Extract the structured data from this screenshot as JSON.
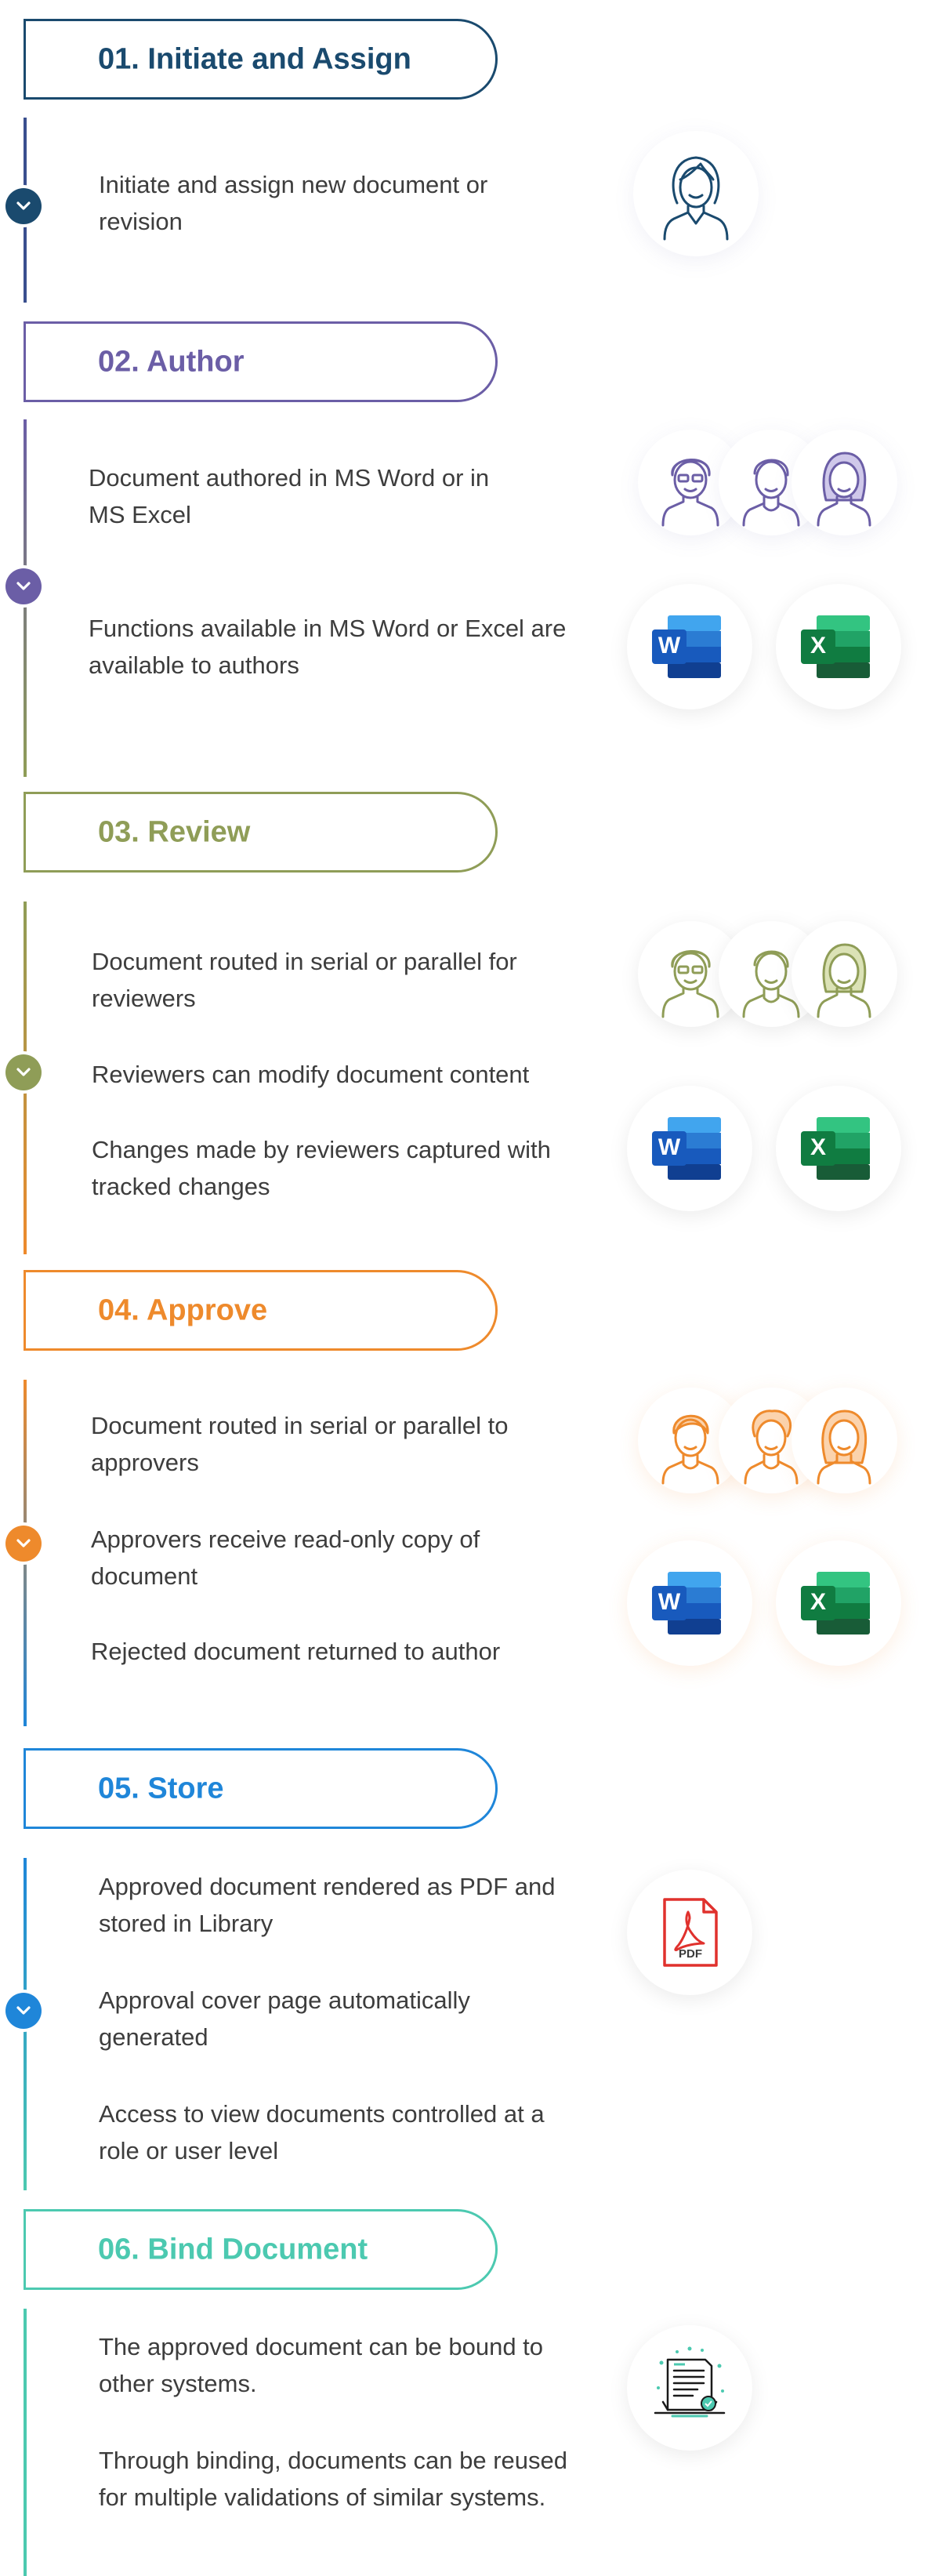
{
  "steps": [
    {
      "title": "01. Initiate and Assign",
      "color": "#1a4a6e",
      "items": [
        "Initiate and assign new document or revision"
      ]
    },
    {
      "title": "02. Author",
      "color": "#6b5ea6",
      "items": [
        "Document authored in MS Word or in MS Excel",
        "Functions available in MS Word or Excel are available to authors"
      ]
    },
    {
      "title": "03. Review",
      "color": "#8f9d57",
      "items": [
        "Document routed in serial or parallel for reviewers",
        "Reviewers can modify document content",
        "Changes made by reviewers captured with tracked changes"
      ]
    },
    {
      "title": "04. Approve",
      "color": "#ee8a2c",
      "items": [
        "Document routed in serial or parallel to approvers",
        "Approvers receive read-only copy of document",
        "Rejected document returned to author"
      ]
    },
    {
      "title": "05. Store",
      "color": "#1f86d9",
      "items": [
        "Approved document rendered as PDF and stored in Library",
        "Approval cover page automatically generated",
        "Access to view documents controlled at a role or user level"
      ]
    },
    {
      "title": "06. Bind Document",
      "color": "#4cc9b0",
      "items": [
        "The approved document can be bound to other systems.",
        "Through binding, documents can be reused for multiple validations of similar systems."
      ]
    }
  ],
  "icons": {
    "word_letter": "W",
    "excel_letter": "X",
    "pdf_label": "PDF"
  }
}
